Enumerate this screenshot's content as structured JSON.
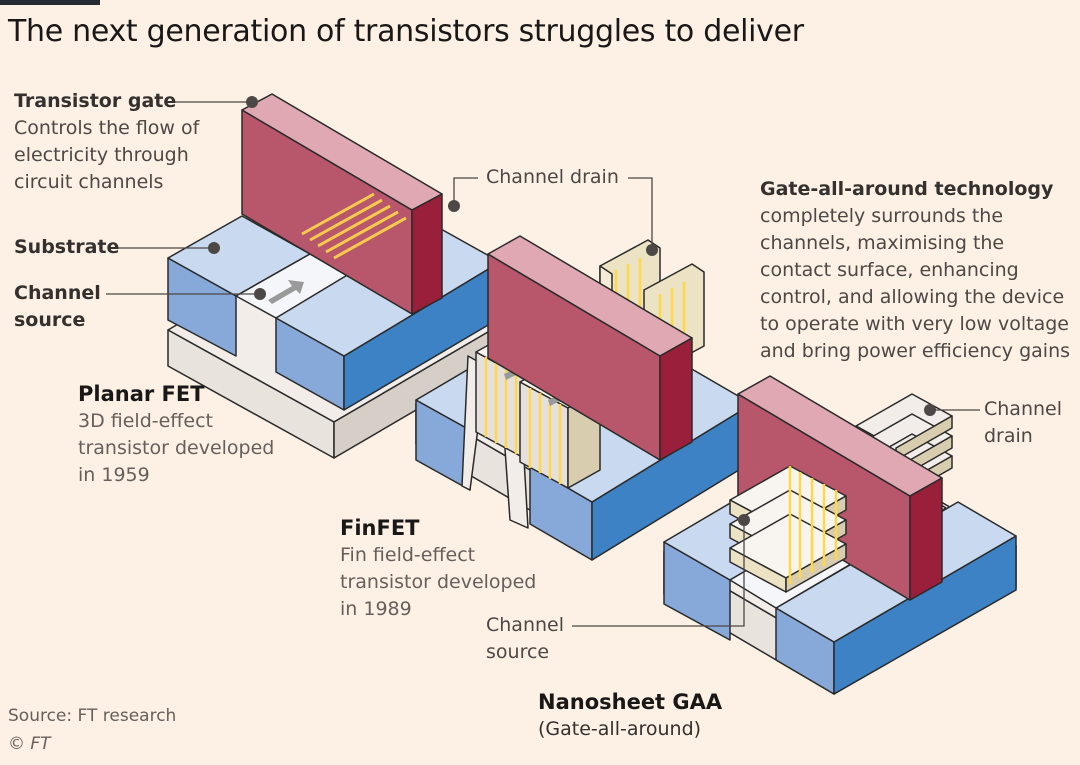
{
  "title": "The next generation of transistors struggles to deliver",
  "callouts": {
    "gate": {
      "heading": "Transistor gate",
      "body": [
        "Controls the flow of",
        "electricity through",
        "circuit channels"
      ]
    },
    "substrate": "Substrate",
    "channel_source_left": [
      "Channel",
      "source"
    ],
    "channel_drain_top": "Channel drain",
    "gaa_note": {
      "heading": "Gate-all-around technology",
      "body": [
        "completely surrounds the",
        "channels, maximising the",
        "contact surface, enhancing",
        "control, and allowing the device",
        "to operate with very low voltage",
        "and bring power efficiency gains"
      ]
    },
    "channel_drain_right": [
      "Channel",
      "drain"
    ],
    "channel_source_bottom": [
      "Channel",
      "source"
    ]
  },
  "devices": {
    "planar": {
      "name": "Planar FET",
      "desc": [
        "3D field-effect",
        "transistor developed",
        "in 1959"
      ]
    },
    "finfet": {
      "name": "FinFET",
      "desc": [
        "Fin field-effect",
        "transistor developed",
        "in 1989"
      ]
    },
    "gaa": {
      "name": "Nanosheet GAA",
      "desc": [
        "(Gate-all-around)"
      ]
    }
  },
  "footer": {
    "source": "Source: FT research",
    "credit": "© FT"
  },
  "colors": {
    "background": "#fdf1e5",
    "gate_front": "#b8566b",
    "gate_top": "#dfa8b3",
    "gate_side": "#9a1f3a",
    "substrate_top": "#c9d9ef",
    "substrate_front": "#87a9d9",
    "substrate_side": "#3d82c4",
    "base_top": "#f2ede8",
    "base_front": "#e9e3dd",
    "base_side": "#d6cfc8",
    "channel_highlight": "#ffd84a"
  }
}
